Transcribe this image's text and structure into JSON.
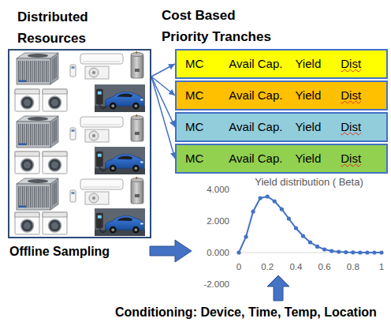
{
  "diagram": {
    "nodes": [
      {
        "text": [
          "Distributed Resources"
        ]
      },
      {
        "text": [
          "MC",
          "Avail Cap.",
          "Yield",
          "Dist"
        ]
      },
      {
        "text": [
          "MC",
          "Avail Cap.",
          "Yield",
          "Dist"
        ]
      },
      {
        "text": [
          "MC",
          "Avail Cap.",
          "Yield",
          "Dist"
        ]
      },
      {
        "text": [
          "MC",
          "Avail Cap.",
          "Yield",
          "Dist"
        ]
      }
    ],
    "edges": [
      {
        "from": 0,
        "to": 1,
        "arrow": "to"
      },
      {
        "from": 0,
        "to": 2,
        "arrow": "to"
      },
      {
        "from": 0,
        "to": 3,
        "arrow": "to"
      },
      {
        "from": 0,
        "to": 4,
        "arrow": "to"
      }
    ],
    "labels": [
      "Cost Based Priority Tranches",
      "Yield distribution ( Beta)",
      "4.000",
      "2.000",
      "0.000",
      "-2.000",
      "0",
      "0.2",
      "0.4",
      "0.6",
      "0.8",
      "1",
      "Offline Sampling",
      "Conditioning: Device, Time, Temp, Location"
    ]
  }
}
